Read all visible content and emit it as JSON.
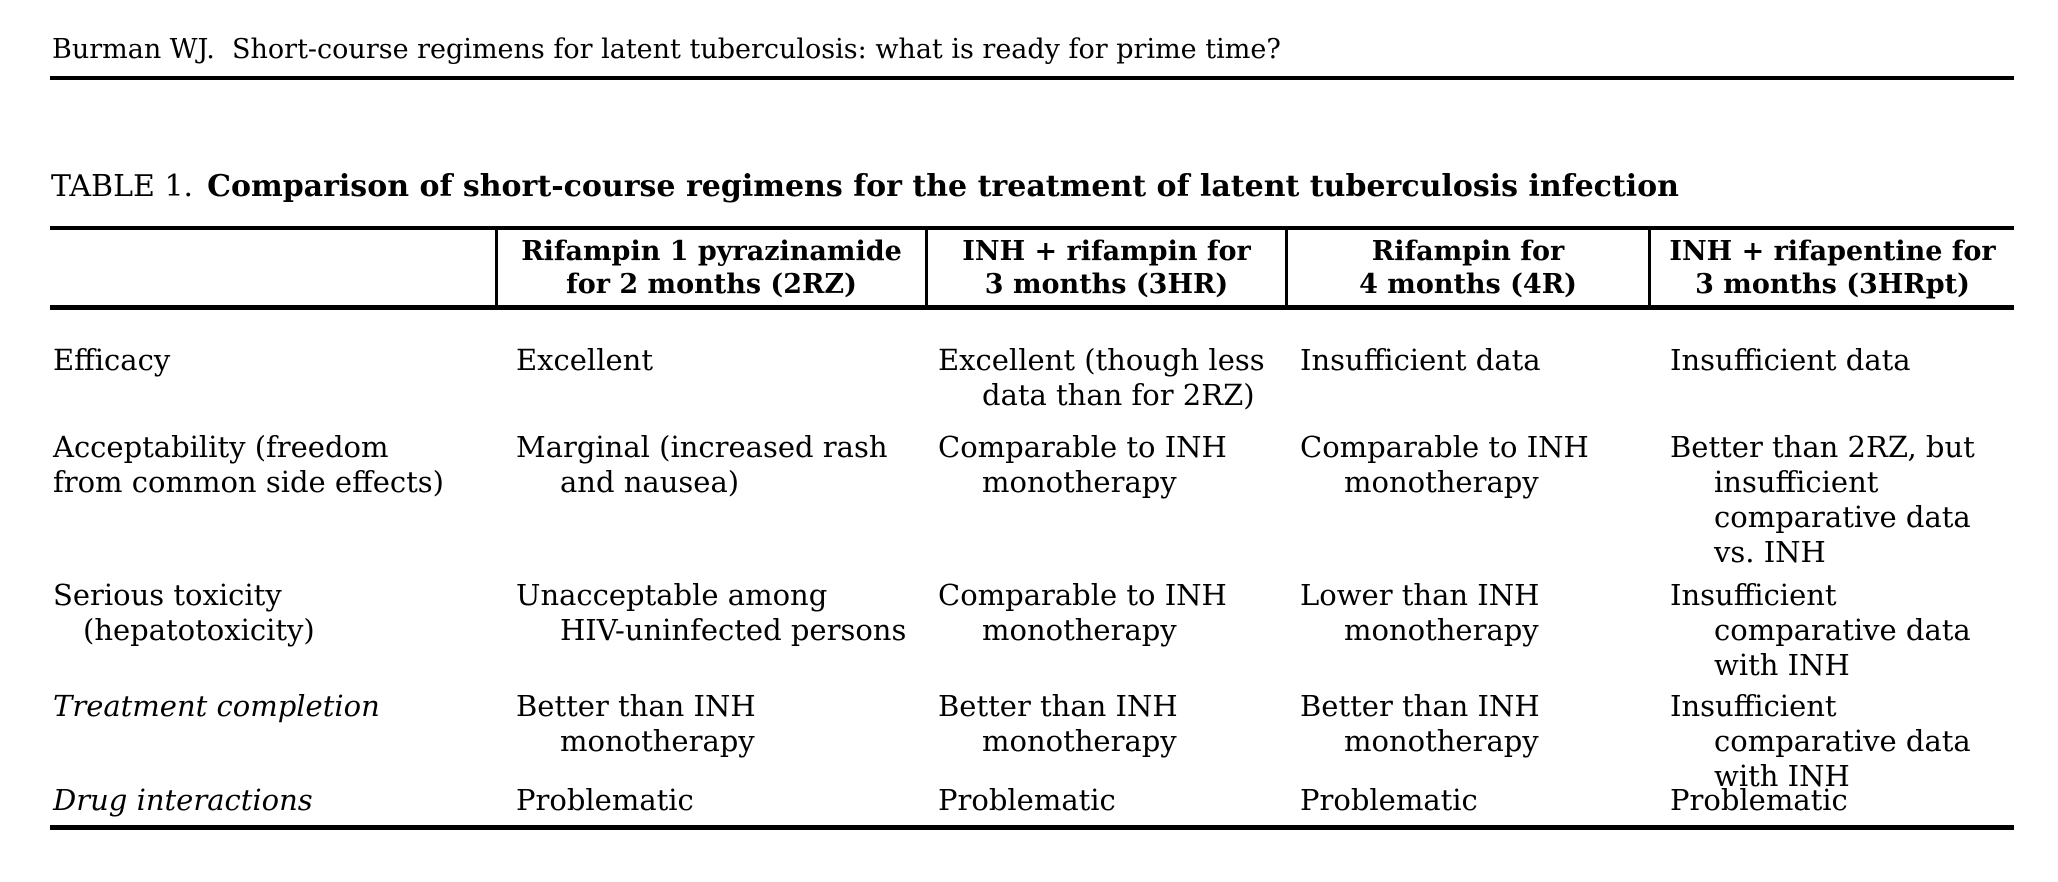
{
  "page": {
    "citation": "Burman WJ.  Short-course regimens for latent tuberculosis: what is ready for prime time?",
    "table_label": "TABLE 1.",
    "table_title": "Comparison of short-course regimens for the treatment of latent tuberculosis infection"
  },
  "table": {
    "columns": [
      "Rifampin 1 pyrazinamide\nfor 2 months (2RZ)",
      "INH + rifampin for\n3 months (3HR)",
      "Rifampin for\n4 months (4R)",
      "INH + rifapentine for\n3 months (3HRpt)"
    ],
    "rows": [
      {
        "label": "Efficacy",
        "cells": [
          "Excellent",
          "Excellent (though less\ndata than for 2RZ)",
          "Insufficient data",
          "Insufficient data"
        ]
      },
      {
        "label": "Acceptability (freedom\nfrom common side effects)",
        "cells": [
          "Marginal (increased rash\nand nausea)",
          "Comparable to INH\nmonotherapy",
          "Comparable to INH\nmonotherapy",
          "Better than 2RZ, but\ninsufficient\ncomparative data\nvs. INH"
        ]
      },
      {
        "label": "Serious toxicity\n(hepatotoxicity)",
        "cells": [
          "Unacceptable among\nHIV-uninfected persons",
          "Comparable to INH\nmonotherapy",
          "Lower than INH\nmonotherapy",
          "Insufficient\ncomparative data\nwith INH"
        ]
      },
      {
        "label": "Treatment completion",
        "cells": [
          "Better than INH\nmonotherapy",
          "Better than INH\nmonotherapy",
          "Better than INH\nmonotherapy",
          "Insufficient\ncomparative data\nwith INH"
        ]
      },
      {
        "label": "Drug interactions",
        "cells": [
          "Problematic",
          "Problematic",
          "Problematic",
          "Problematic"
        ]
      }
    ]
  }
}
